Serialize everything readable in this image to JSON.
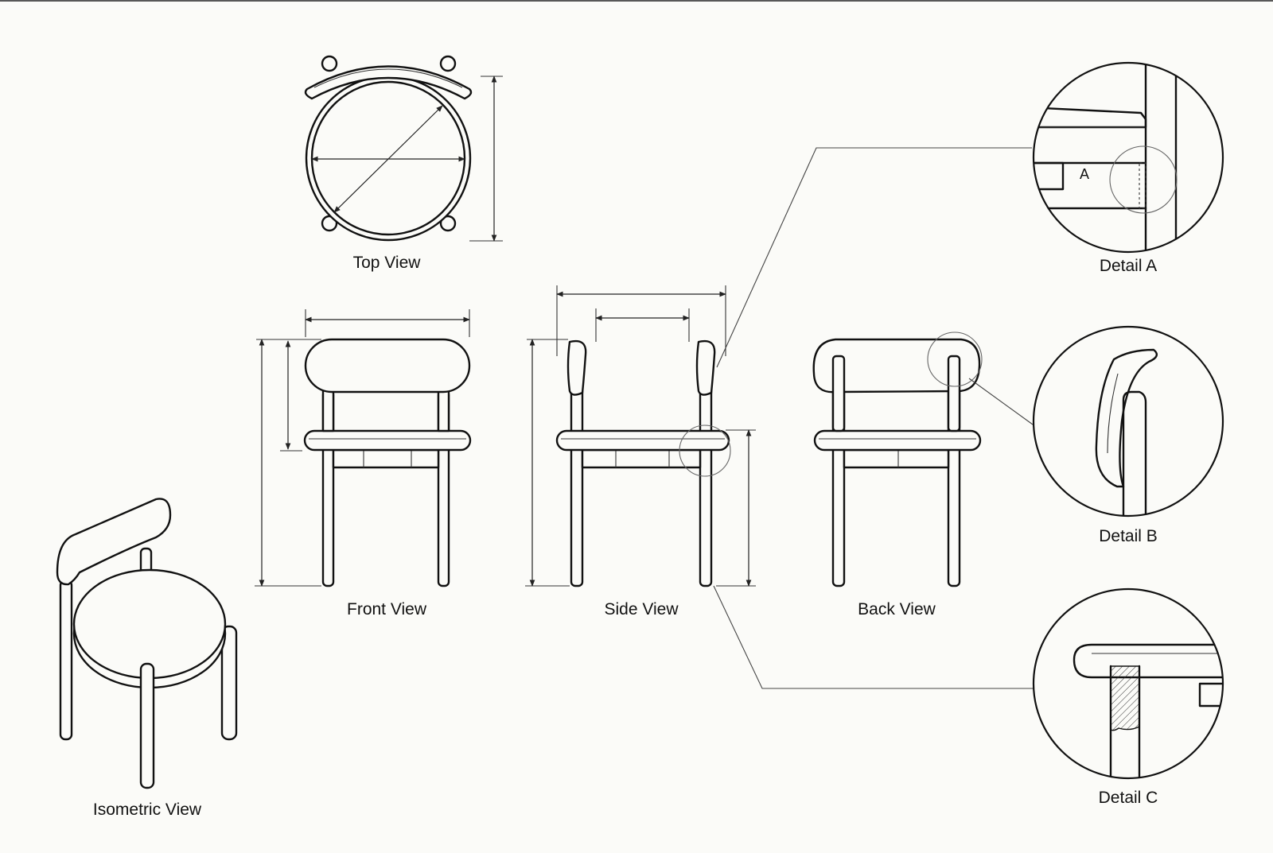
{
  "views": {
    "top": "Top View",
    "front": "Front View",
    "side": "Side View",
    "back": "Back View",
    "isometric": "Isometric View"
  },
  "details": {
    "a": "Detail A",
    "b": "Detail B",
    "c": "Detail C",
    "a_marker": "A"
  },
  "colors": {
    "ink": "#111111",
    "paper": "#fbfbf8"
  }
}
